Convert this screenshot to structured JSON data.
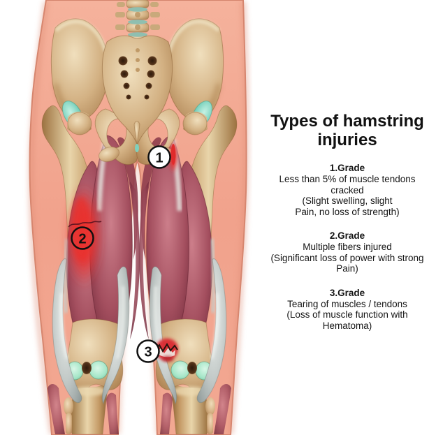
{
  "panel": {
    "title": "Types of hamstring injuries",
    "sections": [
      {
        "heading": "1.Grade",
        "lines": [
          "Less than 5% of muscle tendons",
          "cracked",
          "(Slight swelling, slight",
          "Pain, no loss of strength)"
        ]
      },
      {
        "heading": "2.Grade",
        "lines": [
          "Multiple fibers injured",
          "(Significant loss of power with strong",
          "Pain)"
        ]
      },
      {
        "heading": "3.Grade",
        "lines": [
          "Tearing of muscles / tendons",
          "(Loss of muscle function with",
          "Hematoma)"
        ]
      }
    ]
  },
  "illustration": {
    "markers": [
      {
        "label": "1"
      },
      {
        "label": "2"
      },
      {
        "label": "3"
      }
    ]
  },
  "colors": {
    "background": "#FFFFFF",
    "skin": "#F1A28C",
    "skin_edge": "#D4846D",
    "bone": "#D8B98E",
    "bone_shadow": "#A1723F",
    "muscle": "#A44F5F",
    "muscle_dark": "#6E2838",
    "injury_red": "#E8312F",
    "tendon_gray": "#C3CAC8",
    "hip_cartilage_teal": "#7BD2BE",
    "knee_cartilage_mint": "#A5E6C8",
    "text": "#141414"
  }
}
